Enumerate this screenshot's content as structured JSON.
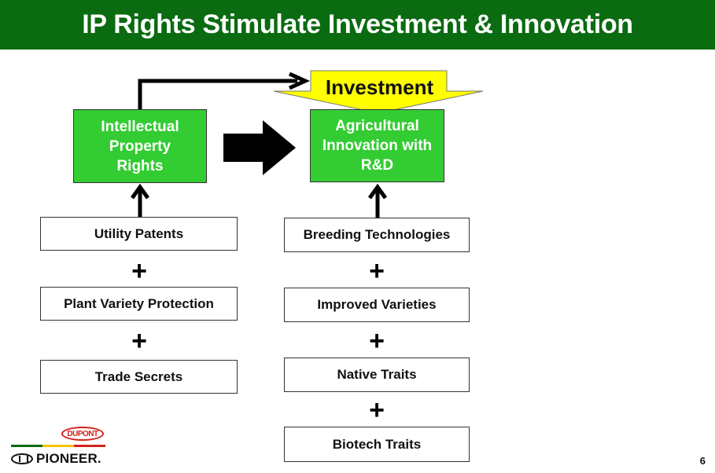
{
  "title": "IP Rights Stimulate Investment & Innovation",
  "colors": {
    "title_bar": "#0a6b10",
    "green_box": "#33cc33",
    "investment_arrow": "#ffff00",
    "dupont_red": "#d2231d"
  },
  "left_column": {
    "header": "Intellectual Property Rights",
    "items": [
      "Utility Patents",
      "Plant Variety Protection",
      "Trade Secrets"
    ]
  },
  "right_column": {
    "header": "Agricultural Innovation with R&D",
    "items": [
      "Breeding Technologies",
      "Improved Varieties",
      "Native Traits",
      "Biotech Traits"
    ]
  },
  "investment_label": "Investment",
  "plus_symbol": "+",
  "logos": {
    "dupont": "DUPONT",
    "pioneer": "PIONEER."
  },
  "page_number": "6"
}
